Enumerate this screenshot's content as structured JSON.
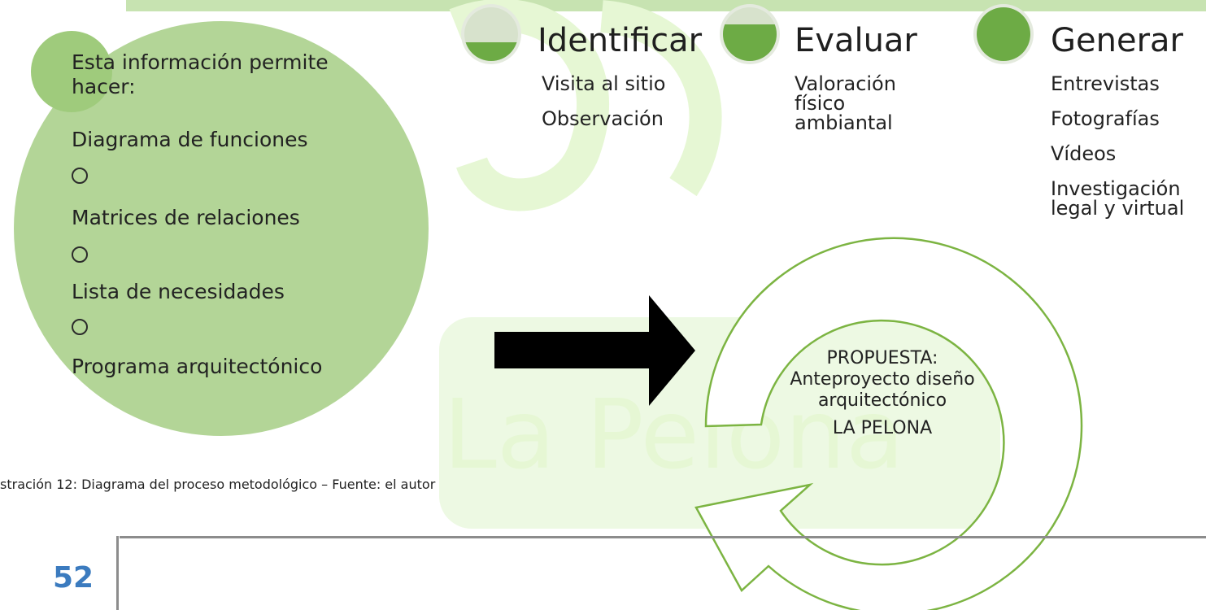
{
  "header": {
    "bar_color": "#c7e3b1"
  },
  "watermark": {
    "text": "La Pelona",
    "color": "#e6f7d4"
  },
  "info_circle": {
    "intro": "Esta información permite hacer:",
    "items": [
      "Diagrama de funciones",
      "Matrices de relaciones",
      "Lista de necesidades",
      "Programa arquitectónico"
    ],
    "circle_color": "#b3d597",
    "accent_color": "#9fcb7c"
  },
  "phases": [
    {
      "title": "Identificar",
      "items": [
        "Visita al sitio",
        "Observación"
      ],
      "icon": "partial-fill-circle",
      "fill": 0.3
    },
    {
      "title": "Evaluar",
      "items": [
        "Valoración físico ambiantal"
      ],
      "icon": "partial-fill-circle",
      "fill": 0.6
    },
    {
      "title": "Generar",
      "items": [
        "Entrevistas",
        "Fotografías",
        "Vídeos",
        "Investigación legal y virtual"
      ],
      "icon": "full-circle",
      "fill": 1.0
    }
  ],
  "arrow": {
    "icon": "right-arrow",
    "color": "#000000"
  },
  "proposal": {
    "line1": "PROPUESTA:",
    "line2": "Anteproyecto diseño arquitectónico",
    "line3": "LA PELONA",
    "icon": "cycle-arrow"
  },
  "caption": "stración 12: Diagrama del proceso metodológico – Fuente: el autor",
  "footer": {
    "page_number": "52",
    "page_number_color": "#3b7bbf"
  }
}
